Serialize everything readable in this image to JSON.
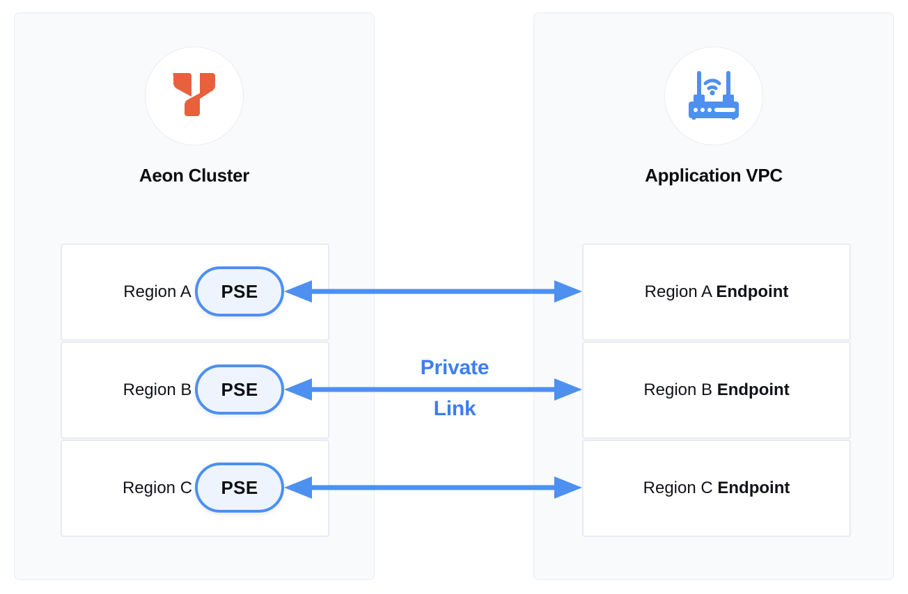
{
  "diagram": {
    "title_hidden": "",
    "colors": {
      "accent_blue": "#4d90ef",
      "label_blue": "#3d7ef0",
      "logo_orange": "#e8613c",
      "panel_bg": "#f8fafc",
      "panel_border": "#e8ebf0",
      "card_border": "#e7eaf0",
      "pse_fill": "#eef4fd",
      "text": "#111319"
    }
  },
  "left_panel": {
    "name": "aeon-cluster-panel",
    "icon": "aeon-y-logo-icon",
    "title": "Aeon Cluster",
    "rows": [
      {
        "region_label": "Region A",
        "node_label": "PSE"
      },
      {
        "region_label": "Region B",
        "node_label": "PSE"
      },
      {
        "region_label": "Region C",
        "node_label": "PSE"
      }
    ]
  },
  "right_panel": {
    "name": "application-vpc-panel",
    "icon": "router-wifi-icon",
    "title": "Application VPC",
    "rows": [
      {
        "region_label": "Region A ",
        "endpoint_label": "Endpoint"
      },
      {
        "region_label": "Region B ",
        "endpoint_label": "Endpoint"
      },
      {
        "region_label": "Region C ",
        "endpoint_label": "Endpoint"
      }
    ]
  },
  "connection": {
    "label_line_1": "Private",
    "label_line_2": "Link",
    "arrow_direction": "bidirectional",
    "count": 3
  }
}
